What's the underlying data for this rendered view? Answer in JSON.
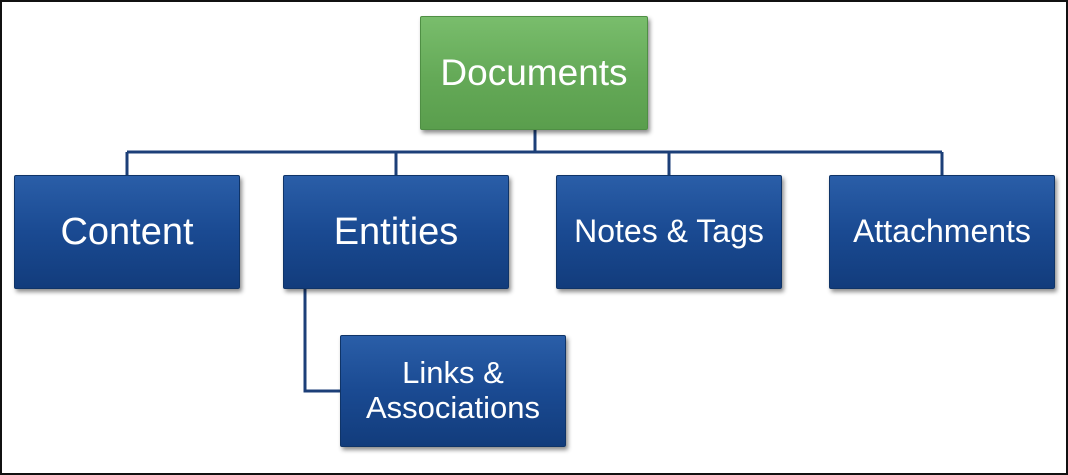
{
  "diagram": {
    "root": {
      "label": "Documents"
    },
    "children": [
      {
        "label": "Content"
      },
      {
        "label": "Entities"
      },
      {
        "label": "Notes & Tags"
      },
      {
        "label": "Attachments"
      }
    ],
    "sub_children": [
      {
        "label": "Links &\nAssociations"
      }
    ]
  },
  "colors": {
    "root_fill": "#64a957",
    "child_fill": "#1a4a92",
    "connector": "#1c3f78"
  }
}
